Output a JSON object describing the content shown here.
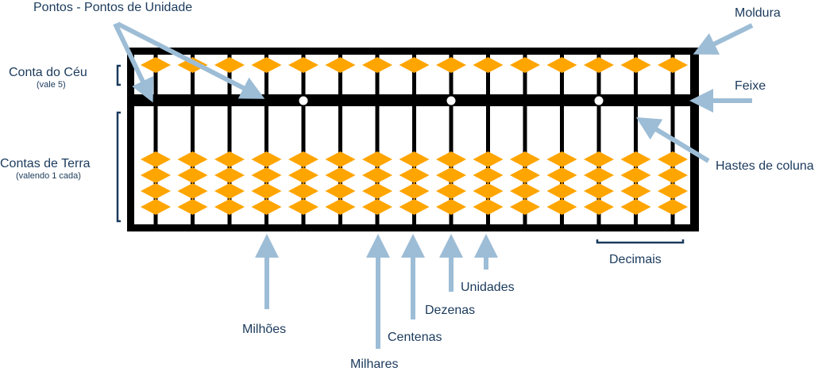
{
  "colors": {
    "frame": "#000000",
    "bead": "#ffa500",
    "arrow": "#9dbdd6",
    "text": "#1b3a5c",
    "dot": "#ffffff"
  },
  "abacus": {
    "rods": 15,
    "heaven_beads_per_rod": 1,
    "earth_beads_per_rod": 4,
    "unit_point_rods": [
      4,
      8,
      12
    ]
  },
  "labels": {
    "unit_points": "Pontos - Pontos de Unidade",
    "frame": "Moldura",
    "heaven_bead": "Conta do Céu",
    "heaven_value": "(vale 5)",
    "beam": "Feixe",
    "earth_beads": "Contas de Terra",
    "earth_value": "(valendo 1 cada)",
    "rods": "Hastes de coluna",
    "decimals": "Decimais",
    "units": "Unidades",
    "tens": "Dezenas",
    "hundreds": "Centenas",
    "thousands": "Milhares",
    "millions": "Milhões"
  }
}
